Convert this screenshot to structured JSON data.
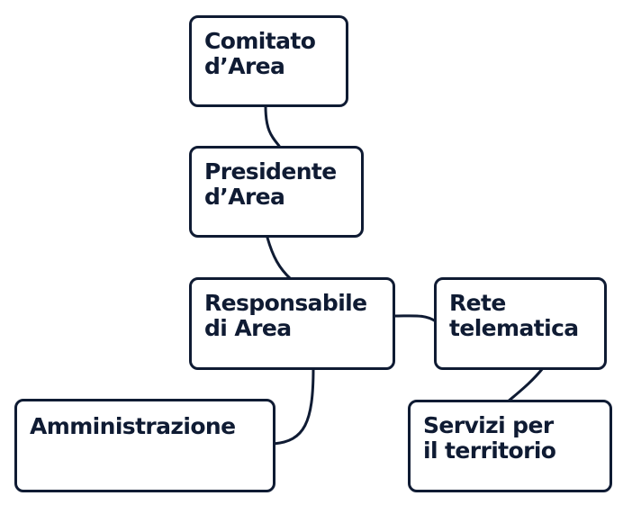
{
  "diagram": {
    "colors": {
      "stroke": "#0f1b33",
      "text": "#0f1b33",
      "fill": "#ffffff"
    },
    "nodes": {
      "comitato": {
        "lines": [
          "Comitato",
          "d’Area"
        ]
      },
      "presidente": {
        "lines": [
          "Presidente",
          "d’Area"
        ]
      },
      "responsabile": {
        "lines": [
          "Responsabile",
          "di Area"
        ]
      },
      "rete": {
        "lines": [
          "Rete",
          "telematica"
        ]
      },
      "amministrazione": {
        "lines": [
          "Amministrazione"
        ]
      },
      "servizi": {
        "lines": [
          "Servizi per",
          "il territorio"
        ]
      }
    },
    "edges": [
      {
        "from": "comitato",
        "to": "presidente"
      },
      {
        "from": "presidente",
        "to": "responsabile"
      },
      {
        "from": "responsabile",
        "to": "rete"
      },
      {
        "from": "responsabile",
        "to": "amministrazione"
      },
      {
        "from": "rete",
        "to": "servizi"
      }
    ]
  }
}
